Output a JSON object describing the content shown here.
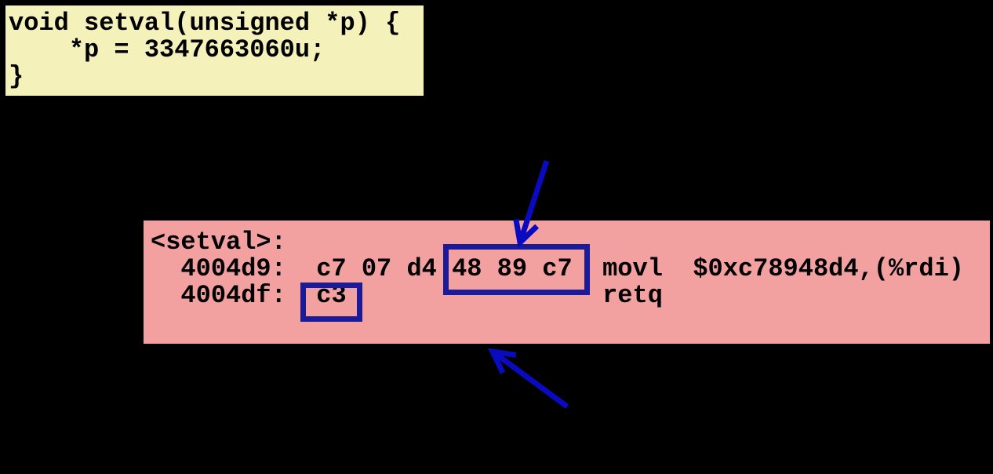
{
  "colors": {
    "background": "#000000",
    "code_bg": "#F4F1BB",
    "code_border": "#000000",
    "code_text": "#000000",
    "disasm_bg": "#F2A0A0",
    "highlight_blue": "#1B1B99",
    "arrow_blue": "#0A0ABE"
  },
  "code_box": {
    "lines": [
      "void setval(unsigned *p) {",
      "    *p = 3347663060u;",
      "}"
    ]
  },
  "disassembly_box": {
    "lines": [
      "<setval>:",
      "  4004d9:  c7 07 d4 48 89 c7  movl  $0xc78948d4,(%rdi)",
      "  4004df:  c3                 retq"
    ]
  },
  "highlights": {
    "boxes": [
      {
        "bytes": "48 89 c7"
      },
      {
        "bytes": "c3"
      }
    ]
  }
}
